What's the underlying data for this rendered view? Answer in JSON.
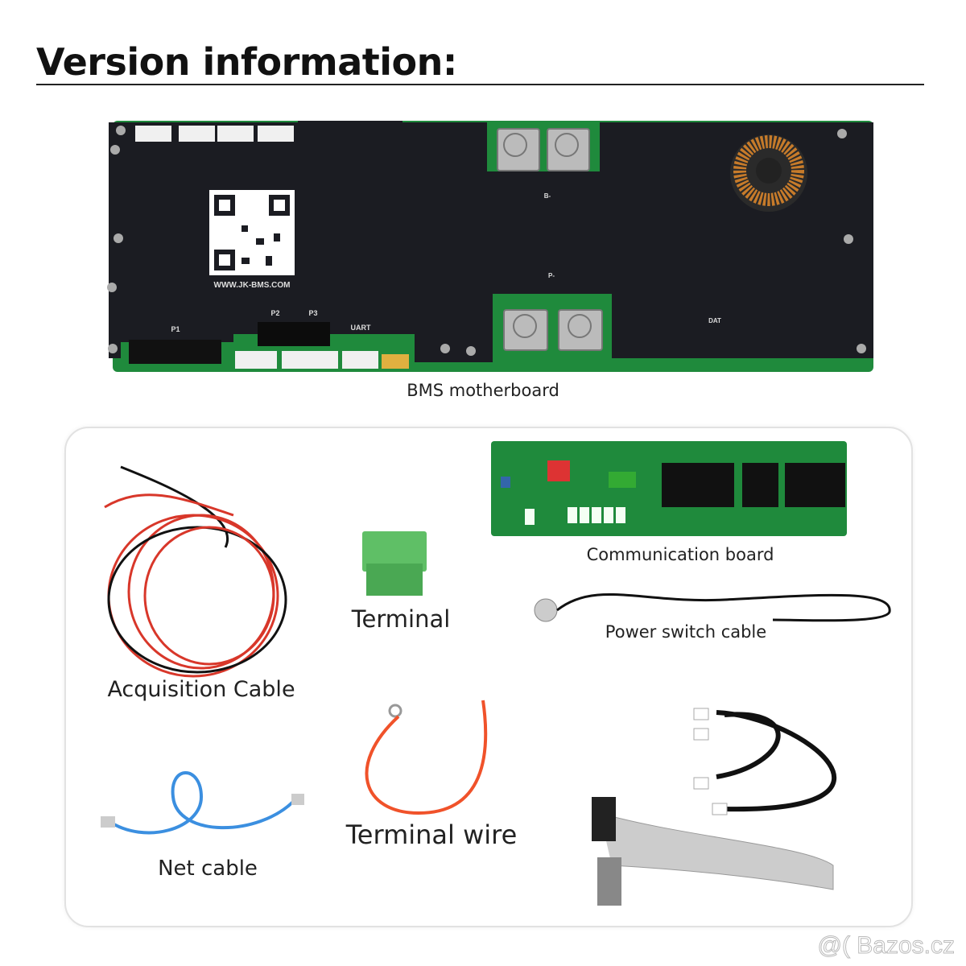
{
  "header": {
    "title": "Version information:"
  },
  "motherboard": {
    "caption": "BMS motherboard",
    "website": "WWW.JK-BMS.COM",
    "ports": [
      "P1",
      "P2",
      "P3",
      "UART"
    ],
    "terminals": [
      "B-",
      "P-",
      "DAT"
    ]
  },
  "accessories": {
    "communication_board": "Communication board",
    "terminal": "Terminal",
    "power_switch_cable": "Power switch cable",
    "acquisition_cable": "Acquisition Cable",
    "terminal_wire": "Terminal wire",
    "net_cable": "Net cable"
  },
  "watermark": "@( Bazos.cz",
  "colors": {
    "pcb_green": "#1f8a3c",
    "cover_black": "#1b1c22",
    "wire_red": "#d8372a",
    "net_cable_blue": "#3b8fe0",
    "wire_orange": "#f0522a"
  }
}
